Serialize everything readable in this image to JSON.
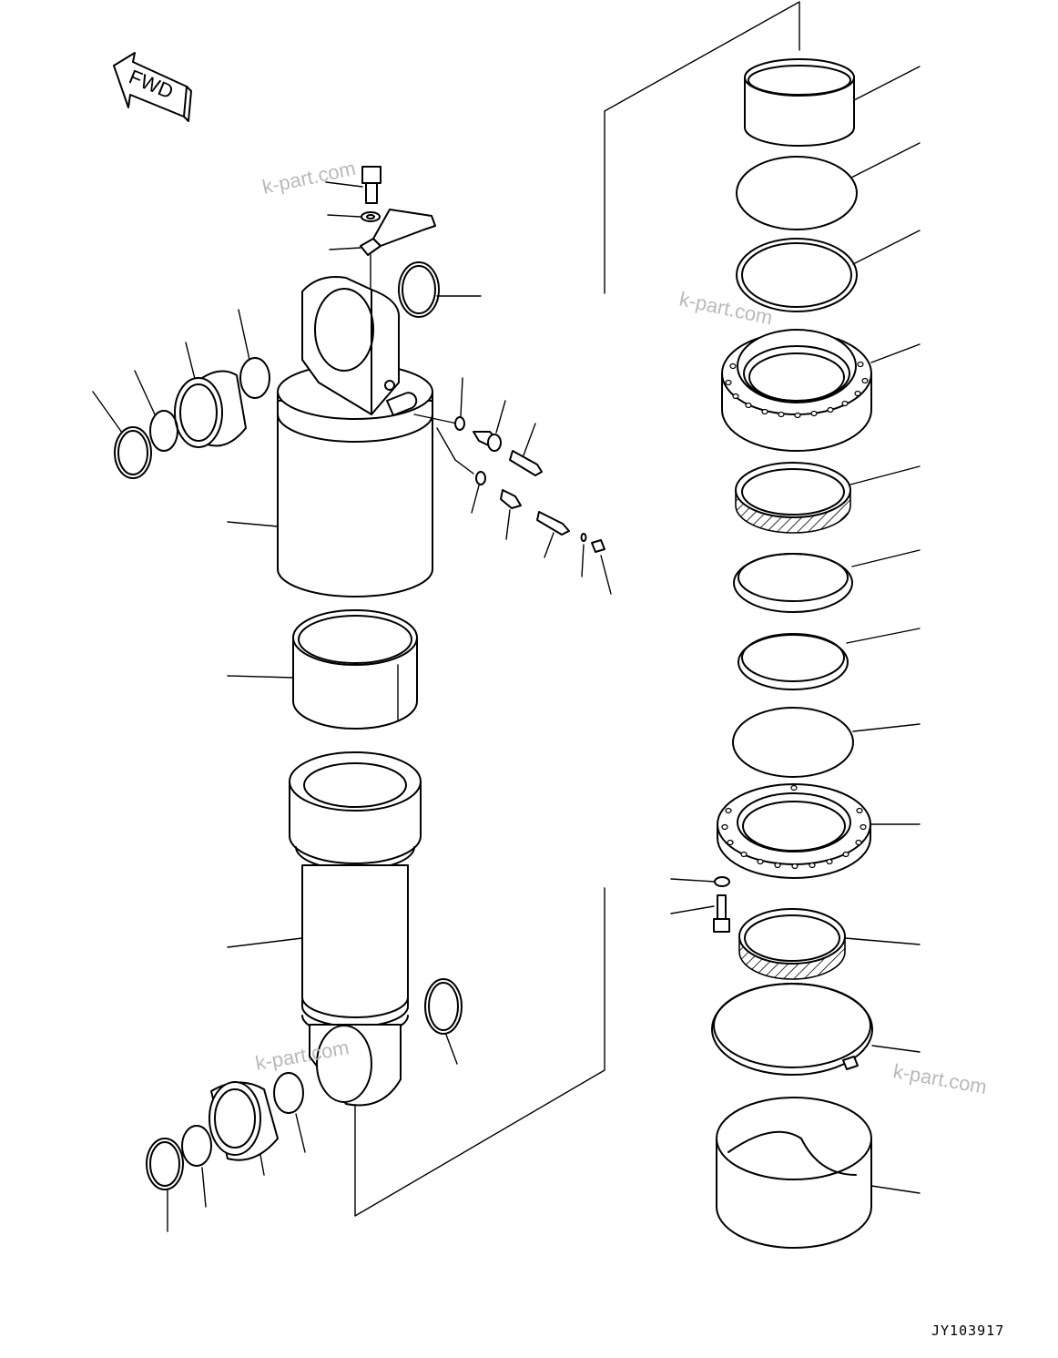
{
  "direction_label": "FWD",
  "watermark": "k-part.com",
  "drawing_code": "JY103917"
}
